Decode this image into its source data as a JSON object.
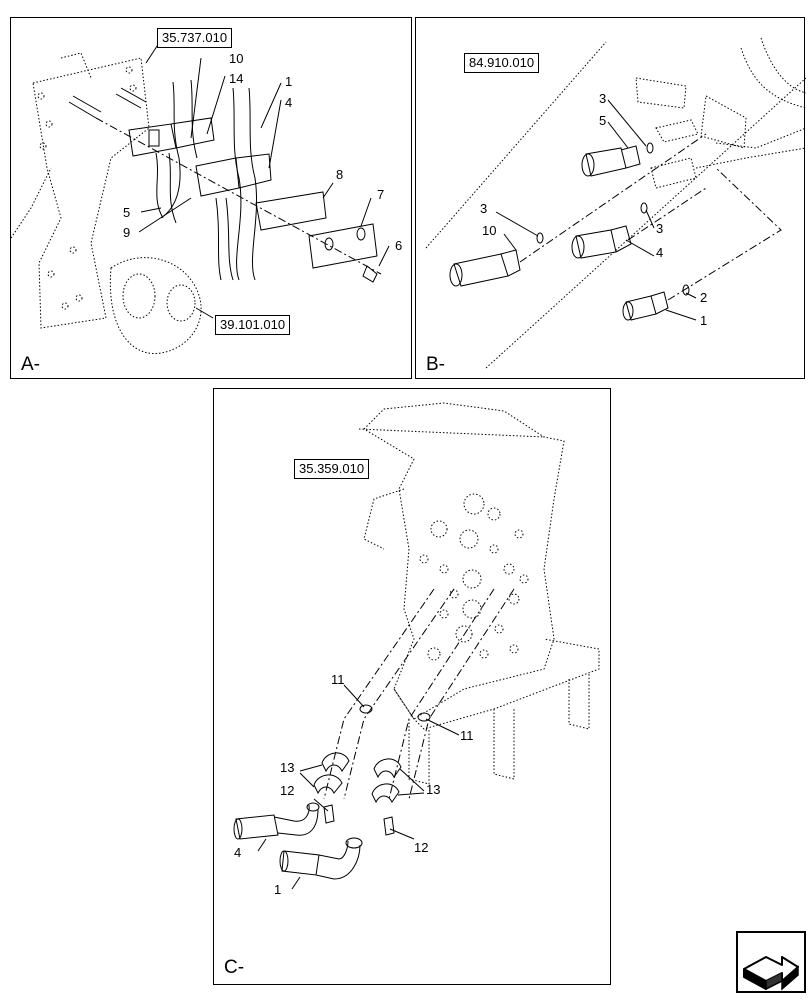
{
  "panel_a": {
    "label": "A-",
    "refs": [
      "35.737.010",
      "39.101.010"
    ],
    "callouts": [
      "10",
      "14",
      "1",
      "4",
      "8",
      "7",
      "6",
      "5",
      "9"
    ]
  },
  "panel_b": {
    "label": "B-",
    "refs": [
      "84.910.010"
    ],
    "callouts": [
      "3",
      "5",
      "3",
      "10",
      "3",
      "4",
      "2",
      "1"
    ]
  },
  "panel_c": {
    "label": "C-",
    "refs": [
      "35.359.010"
    ],
    "callouts": [
      "11",
      "11",
      "13",
      "12",
      "13",
      "12",
      "4",
      "1"
    ]
  },
  "icons": {
    "nav": "next-page-arrow-icon"
  }
}
